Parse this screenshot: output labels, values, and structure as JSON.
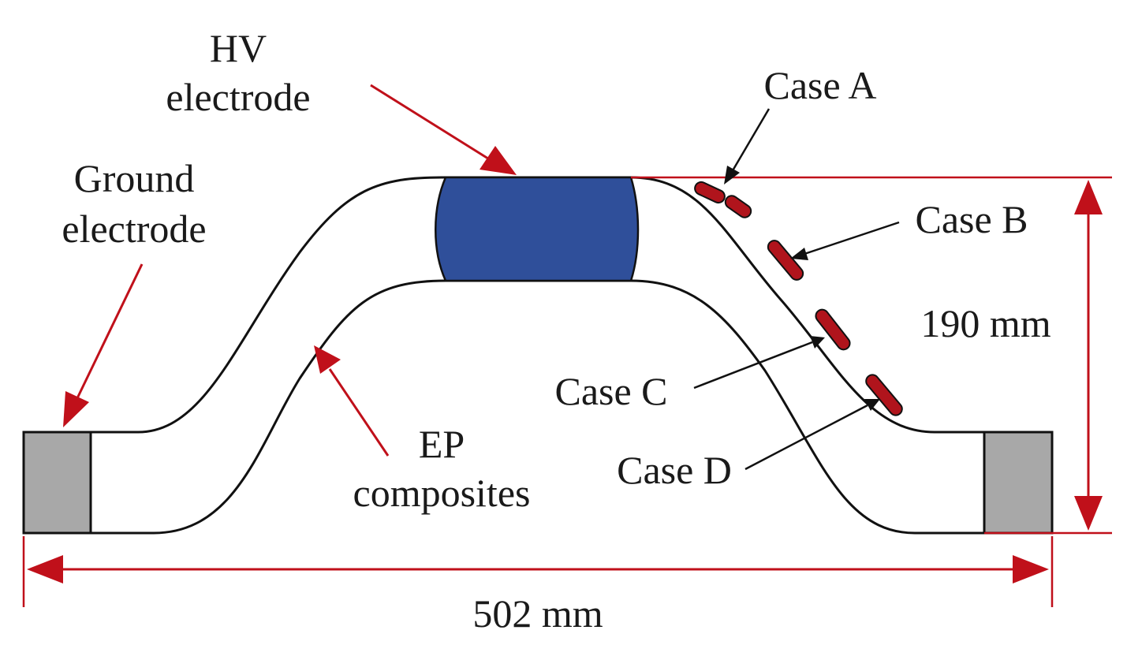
{
  "labels": {
    "hv_line1": "HV",
    "hv_line2": "electrode",
    "ground_line1": "Ground",
    "ground_line2": "electrode",
    "ep_line1": "EP",
    "ep_line2": "composites",
    "case_a": "Case A",
    "case_b": "Case B",
    "case_c": "Case C",
    "case_d": "Case D",
    "height_dim": "190 mm",
    "width_dim": "502 mm"
  },
  "colors": {
    "dimension_red": "#c0101a",
    "hv_electrode_blue": "#2f4f9a",
    "ground_electrode_gray": "#a8a8a8",
    "defect_red": "#b0141c",
    "outline_black": "#111111"
  }
}
